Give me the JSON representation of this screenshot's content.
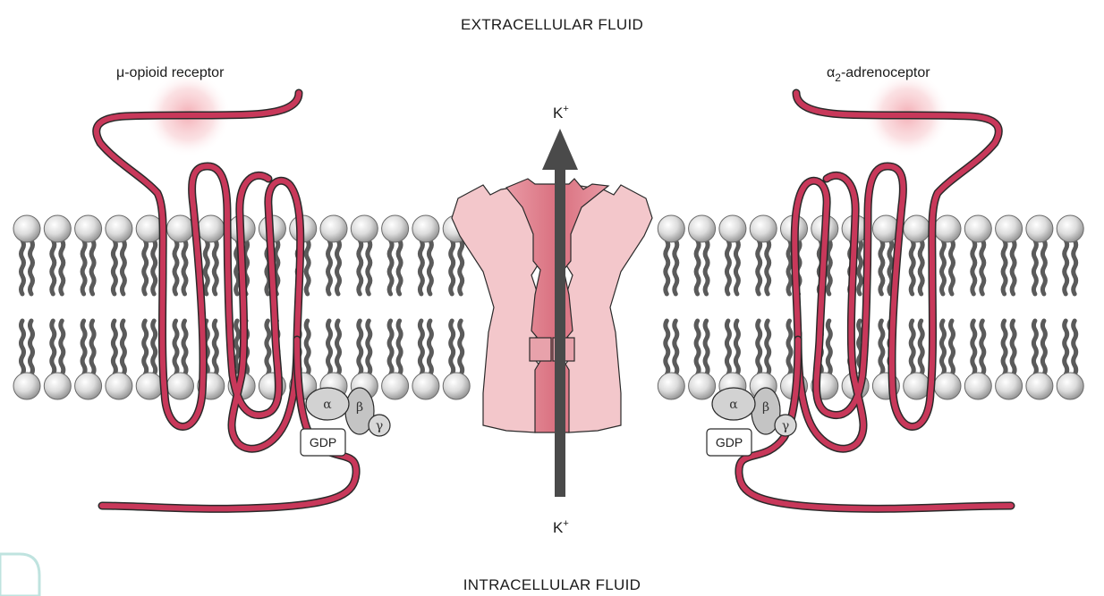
{
  "title_top": "EXTRACELLULAR FLUID",
  "title_bottom": "INTRACELLULAR FLUID",
  "receptor_left": {
    "symbol": "μ",
    "text": "-opioid receptor"
  },
  "receptor_right": {
    "symbol": "α",
    "subscript": "2",
    "text": "-adrenoceptor"
  },
  "ion_top": {
    "base": "K",
    "sup": "+"
  },
  "ion_bottom": {
    "base": "K",
    "sup": "+"
  },
  "gprotein_left": {
    "alpha": "α",
    "beta": "β",
    "gamma": "γ",
    "nucleotide": "GDP"
  },
  "gprotein_right": {
    "alpha": "α",
    "beta": "β",
    "gamma": "γ",
    "nucleotide": "GDP"
  },
  "colors": {
    "receptor": "#c8385a",
    "channel": "#f2c4c8",
    "channel_pore": "#e08a96",
    "arrow": "#4a4a4a",
    "lipid_head": "#d8d8d8",
    "lipid_tail": "#5a5a5a",
    "gprotein": "#c8c8c8",
    "binding_glow": "#f5b9bd"
  }
}
